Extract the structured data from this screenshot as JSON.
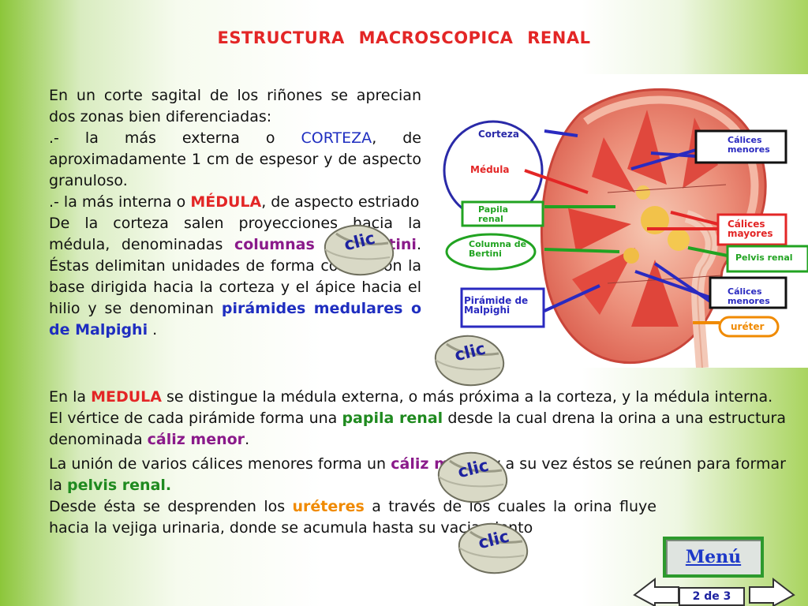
{
  "title": "ESTRUCTURA  MACROSCOPICA  RENAL",
  "intro": {
    "p1": "En un corte sagital de los riñones se aprecian dos zonas bien diferenciadas:",
    "p2_a": ".- la más externa o ",
    "p2_corteza": "CORTEZA",
    "p2_b": ", de aproximadamente 1 cm de espesor y de aspecto granuloso.",
    "p3_a": ".- la más interna o ",
    "p3_medula": "MÉDULA",
    "p3_b": ", de aspecto estriado",
    "p4_a": "De la corteza salen proyecciones hacia la médula, denominadas ",
    "p4_columnas": "columnas de Bertini",
    "p4_b": ". Éstas delimitan unidades de forma cónica con la base dirigida hacia la corteza y el ápice hacia el hilio y se denominan ",
    "p4_piramides": "pirámides medulares o de Malpighi",
    "p4_c": " ."
  },
  "body": {
    "l1_a": "En la ",
    "l1_medula": "MEDULA",
    "l1_b": " se distingue la médula externa, o más próxima a la corteza, y la médula interna.",
    "l2_a": "El vértice de cada pirámide forma una ",
    "l2_papila": "papila renal",
    "l2_b": " desde la cual  drena la orina a una estructura denominada ",
    "l2_caliz": "cáliz menor",
    "l2_c": ".",
    "l3_a": "La unión de varios cálices menores forma un ",
    "l3_caliz_mayor": "cáliz mayor",
    "l3_b": " y a su vez éstos se reúnen para formar la ",
    "l3_pelvis": "pelvis renal.",
    "l4_a": "Desde ésta se desprenden los ",
    "l4_ureteres": "uréteres",
    "l4_b": " a través de los cuales la orina fluye hacia la vejiga urinaria, donde se acumula hasta su vaciamiento"
  },
  "diagram_labels": {
    "corteza": "Corteza",
    "medula": "Médula",
    "papila": "Papila renal",
    "columna": "Columna de Bertini",
    "piramide": "Pirámide de Malpighi",
    "calices_menores_top": "Cálices menores",
    "calices_mayores": "Cálices mayores",
    "pelvis": "Pelvis renal",
    "calices_menores_bottom": "Cálices menores",
    "ureter": "uréter"
  },
  "clic_label": "clic",
  "menu_label": "Menú",
  "page_indicator": "2 de 3",
  "colors": {
    "title": "#e32626",
    "keyword_red": "#e32626",
    "keyword_purple": "#8a1a8a",
    "keyword_blue": "#1f2ec0",
    "keyword_green": "#1f8a1f",
    "keyword_orange": "#f08a00",
    "background_green": "#8cc63a"
  }
}
